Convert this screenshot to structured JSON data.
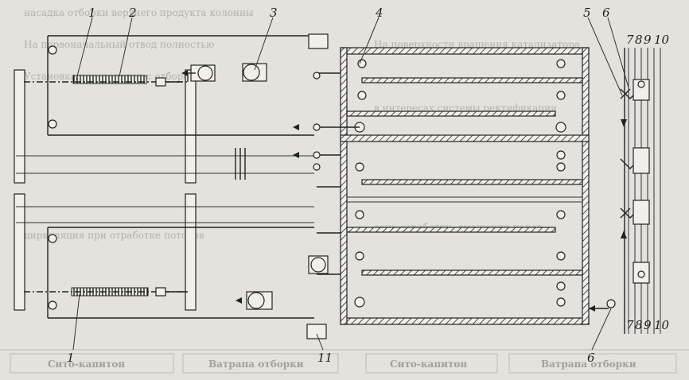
{
  "labels": {
    "n1_top": "1",
    "n2": "2",
    "n3": "3",
    "n4": "4",
    "n5": "5",
    "n6_top": "6",
    "n7_top": "7",
    "n8_top": "8",
    "n9_top": "9",
    "n10_top": "10",
    "n1_bottom": "1",
    "n11": "11",
    "n6_bottom": "6",
    "n7_bottom": "7",
    "n8_bottom": "8",
    "n9_bottom": "9",
    "n10_bottom": "10"
  },
  "bleed_through": [
    "Сито-капитон",
    "Ватрапа отборки",
    "Сито-капитон",
    "Ватрапа отборки"
  ]
}
